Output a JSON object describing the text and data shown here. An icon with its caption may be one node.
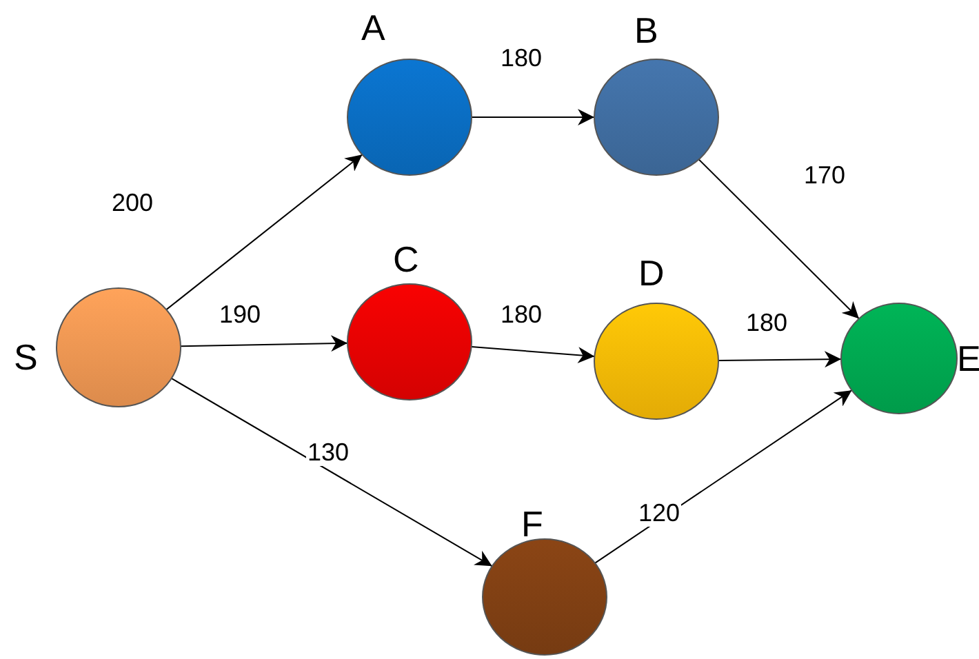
{
  "diagram": {
    "nodes": [
      {
        "text": [
          "S"
        ]
      },
      {
        "text": [
          "A"
        ]
      },
      {
        "text": [
          "B"
        ]
      },
      {
        "text": [
          "C"
        ]
      },
      {
        "text": [
          "D"
        ]
      },
      {
        "text": [
          "E"
        ]
      },
      {
        "text": [
          "F"
        ]
      }
    ],
    "edges": [
      {
        "from": 0,
        "to": 1,
        "arrow": "to",
        "label": "200"
      },
      {
        "from": 1,
        "to": 2,
        "arrow": "to",
        "label": "180"
      },
      {
        "from": 2,
        "to": 5,
        "arrow": "to",
        "label": "170"
      },
      {
        "from": 0,
        "to": 3,
        "arrow": "to",
        "label": "190"
      },
      {
        "from": 3,
        "to": 4,
        "arrow": "to",
        "label": "180"
      },
      {
        "from": 4,
        "to": 5,
        "arrow": "to",
        "label": "180"
      },
      {
        "from": 0,
        "to": 6,
        "arrow": "to",
        "label": "130"
      },
      {
        "from": 6,
        "to": 5,
        "arrow": "to",
        "label": "120"
      }
    ]
  }
}
